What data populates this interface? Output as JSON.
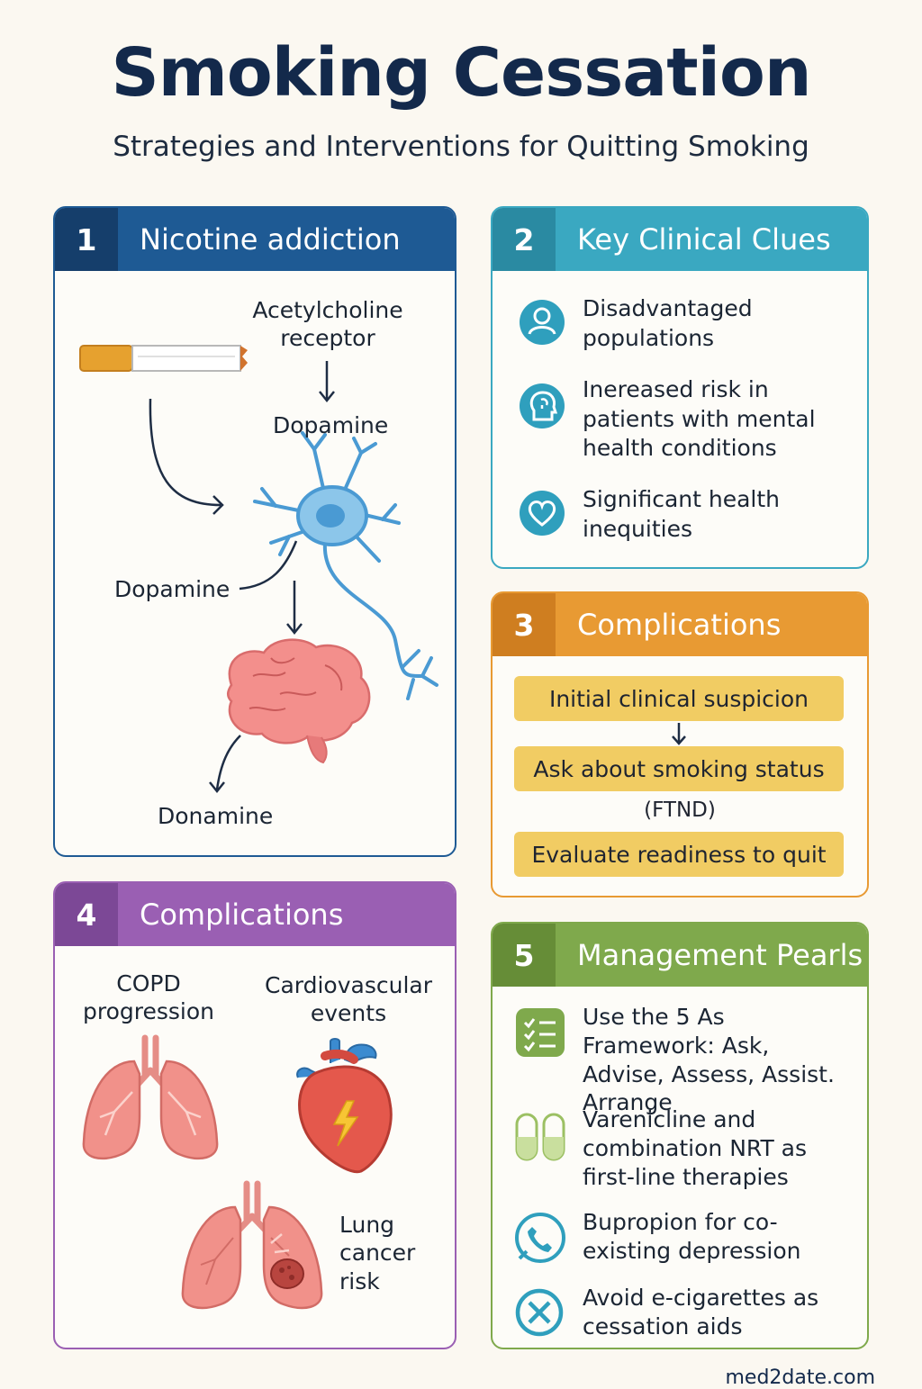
{
  "header": {
    "title": "Smoking Cessation",
    "subtitle": "Strategies and Interventions for Quitting Smoking"
  },
  "colors": {
    "navy": "#1e5a94",
    "teal": "#3aa8c1",
    "orange": "#e89a33",
    "purple": "#9a5fb3",
    "green": "#7fa94c",
    "yellow_box": "#f1cc63"
  },
  "panel1": {
    "number": "1",
    "title": "Nicotine addiction",
    "receptor_label": "Acetylcholine receptor",
    "dopamine_top": "Dopamine",
    "dopamine_left": "Dopamine",
    "dopamine_bottom": "Donamine"
  },
  "panel2": {
    "number": "2",
    "title": "Key Clinical Clues",
    "items": [
      {
        "text": "Disadvantaged populations",
        "icon": "person-icon"
      },
      {
        "text": "Inereased risk in patients with mental health conditions",
        "icon": "head-mind-icon"
      },
      {
        "text": "Significant health inequities",
        "icon": "heart-icon"
      }
    ]
  },
  "panel3": {
    "number": "3",
    "title": "Complications",
    "steps": [
      "Initial clinical suspicion",
      "Ask about smoking status",
      "Evaluate readiness to quit"
    ],
    "note": "(FTND)"
  },
  "panel4": {
    "number": "4",
    "title": "Complications",
    "copd": "COPD progression",
    "cardio": "Cardiovascular events",
    "lung_cancer": "Lung cancer risk"
  },
  "panel5": {
    "number": "5",
    "title": "Management Pearls",
    "items": [
      {
        "text": "Use the 5 As Framework: Ask, Advise, Assess, Assist. Arrange",
        "icon": "checklist-icon"
      },
      {
        "text": "Varenicline and combination NRT as first-line therapies",
        "icon": "pills-icon"
      },
      {
        "text": "Bupropion for co-existing depression",
        "icon": "phone-icon"
      },
      {
        "text": "Avoid e-cigarettes as cessation aids",
        "icon": "no-symbol-icon"
      }
    ]
  },
  "footer": {
    "site": "med2date.com"
  }
}
